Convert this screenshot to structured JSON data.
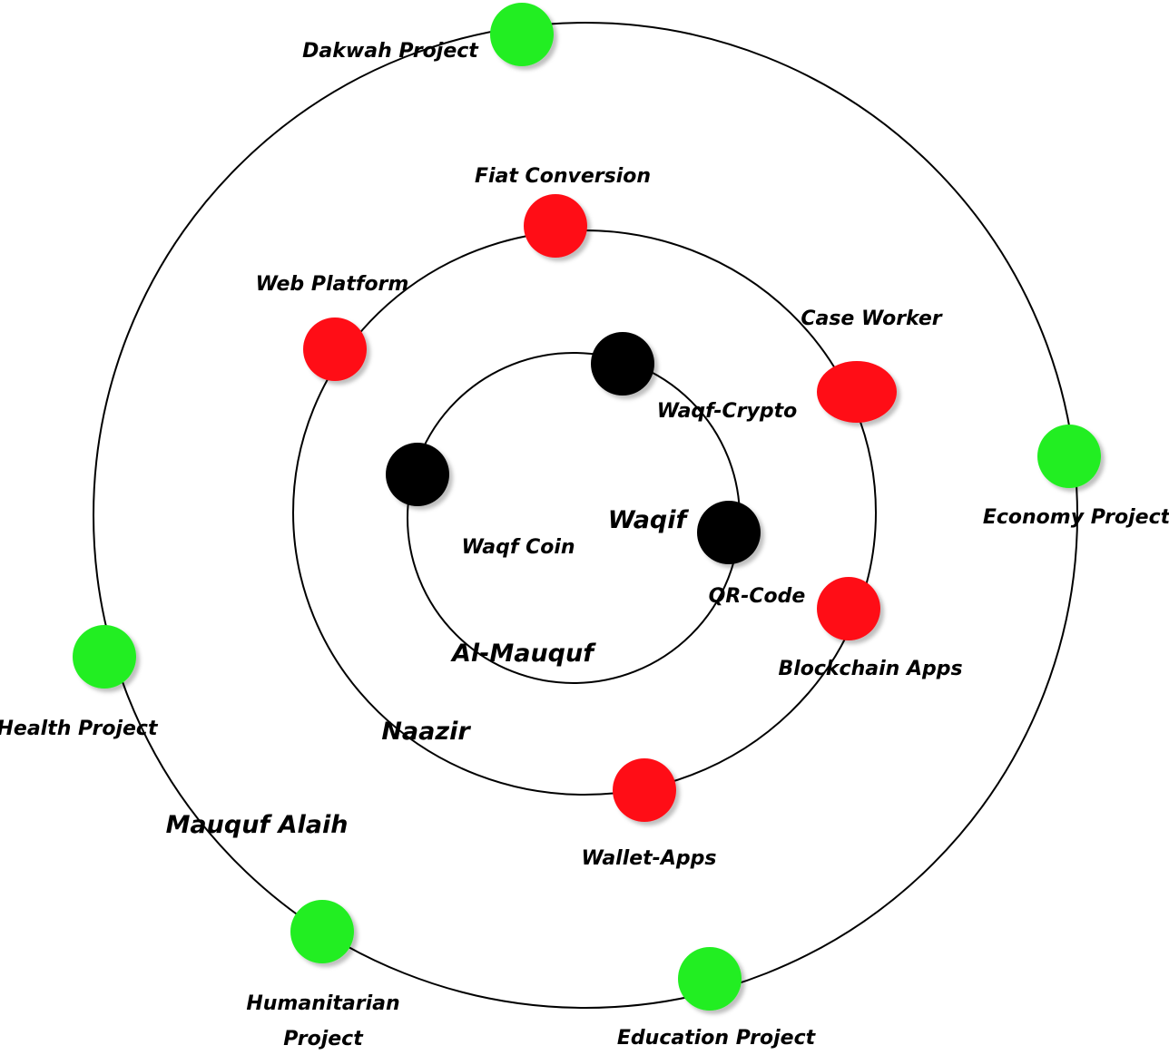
{
  "colors": {
    "outer_nodes": "#22ee22",
    "middle_nodes": "#ff0f17",
    "inner_nodes": "#000000",
    "rings": "#000000"
  },
  "rings": {
    "inner": {
      "label": "Al-Mauquf"
    },
    "middle": {
      "label": "Naazir"
    },
    "outer": {
      "label": "Mauquf Alaih"
    }
  },
  "center_label": "Waqif",
  "inner_nodes": [
    {
      "label": "Waqf-Crypto"
    },
    {
      "label": "Waqf Coin"
    },
    {
      "label": "QR-Code"
    }
  ],
  "middle_nodes": [
    {
      "label": "Fiat Conversion"
    },
    {
      "label": "Web Platform"
    },
    {
      "label": "Case Worker"
    },
    {
      "label": "Blockchain Apps"
    },
    {
      "label": "Wallet-Apps"
    }
  ],
  "outer_nodes": [
    {
      "label": "Dakwah Project"
    },
    {
      "label": "Economy Project"
    },
    {
      "label": "Health Project"
    },
    {
      "label": "Humanitarian",
      "label2": "Project"
    },
    {
      "label": "Education Project"
    }
  ]
}
